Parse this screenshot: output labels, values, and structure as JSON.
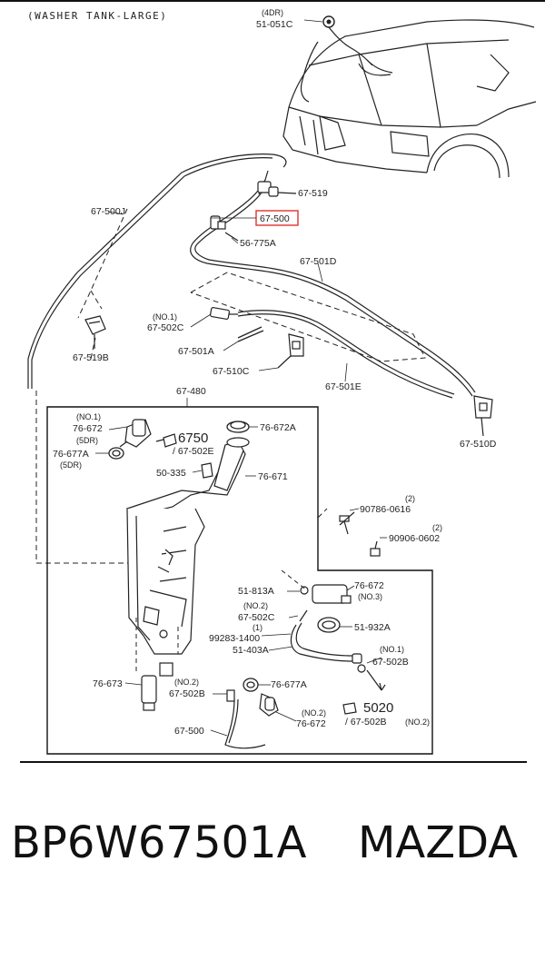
{
  "title": "(WASHER TANK-LARGE)",
  "highlight_color": "#e0413a",
  "callouts": {
    "c51051c_note": "(4DR)",
    "c51051c": "51-051C",
    "c67519": "67-519",
    "c67500_top": "67-500",
    "c67500j": "67-500J",
    "c56775a": "56-775A",
    "c67501d": "67-501D",
    "c67502c_note": "(NO.1)",
    "c67502c": "67-502C",
    "c67519b": "67-519B",
    "c67501a": "67-501A",
    "c67510c": "67-510C",
    "c67501e": "67-501E",
    "c67480": "67-480",
    "c67510d": "67-510D",
    "c76672_note1": "(NO.1)",
    "c76672_a": "76-672",
    "c76672_note2": "(5DR)",
    "c6750": "6750",
    "c67502e": "/ 67-502E",
    "c76672a": "76-672A",
    "c76677a_a": "76-677A",
    "c76677a_note": "(5DR)",
    "c50335": "50-335",
    "c76671": "76-671",
    "c90786_qty": "(2)",
    "c90786": "90786-0616",
    "c90906_qty": "(2)",
    "c90906": "90906-0602",
    "c51813a": "51-813A",
    "c76672_b": "76-672",
    "c76672_b_note": "(NO.3)",
    "c67502c_b_note": "(NO.2)",
    "c67502c_b": "67-502C",
    "c51932a": "51-932A",
    "c99283_qty": "(1)",
    "c99283": "99283-1400",
    "c51403a": "51-403A",
    "c67502b_note": "(NO.1)",
    "c67502b": "67-502B",
    "c76673": "76-673",
    "c67502b_b_note": "(NO.2)",
    "c67502b_b": "67-502B",
    "c76677a_b": "76-677A",
    "c76672_c_note": "(NO.2)",
    "c76672_c": "76-672",
    "c5020": "5020",
    "c67502b_c": "/ 67-502B",
    "c67502b_c_note": "(NO.2)",
    "c67500_bottom": "67-500"
  },
  "caption": {
    "part_number": "BP6W67501A",
    "brand": "MAZDA"
  }
}
